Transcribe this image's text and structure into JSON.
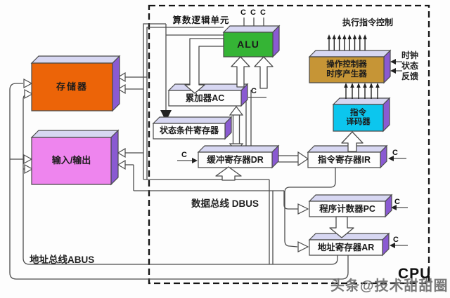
{
  "diagram": {
    "cpu_label": "CPU",
    "alu_section_label": "算数逻辑单元",
    "exec_control_label": "执行指令控制",
    "dbus_label": "数据总线 DBUS",
    "abus_label": "地址总线ABUS",
    "watermark": "头条@技术甜甜圈",
    "control_signal": "C",
    "feedback_labels": [
      "时钟",
      "状态",
      "反馈"
    ],
    "boxes": {
      "memory": "存储器",
      "io": "输入/输出",
      "alu": "ALU",
      "accumulator": "累加器AC",
      "status_register": "状态条件寄存器",
      "buffer_register": "缓冲寄存器DR",
      "instruction_register": "指令寄存器IR",
      "decoder_line1": "指令",
      "decoder_line2": "译码器",
      "controller_line1": "操作控制器",
      "controller_line2": "时序产生器",
      "program_counter": "程序计数器PC",
      "address_register": "地址寄存器AR"
    },
    "colors": {
      "memory_front": "#ec6408",
      "io_front": "#ee85ee",
      "alu_front": "#35b435",
      "decoder_front": "#0cc6ee",
      "controller_front": "#c69536",
      "register_front": "#fdfdfd",
      "face_top": "#d7d7f2",
      "face_side": "#8a5ad2",
      "box_stroke": "#4a4a4a",
      "line": "#4d4d4d"
    }
  }
}
